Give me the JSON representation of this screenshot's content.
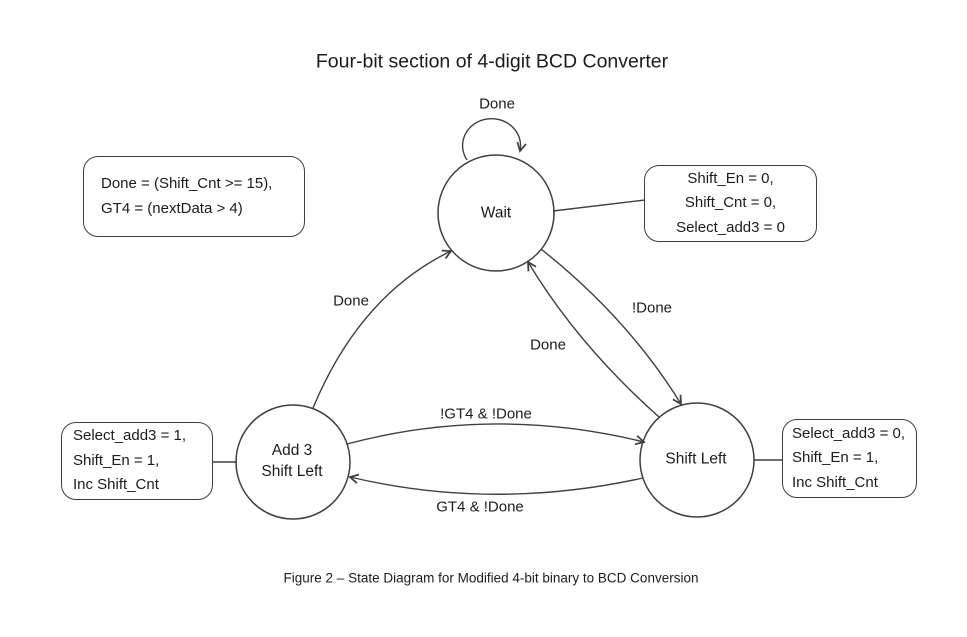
{
  "title": "Four-bit section of 4-digit BCD Converter",
  "caption": "Figure 2 – State Diagram for Modified 4-bit binary to BCD Conversion",
  "colors": {
    "line": "#3f3f3f",
    "text": "#1c1c1c",
    "background": "#ffffff"
  },
  "states": {
    "wait": {
      "label": "Wait"
    },
    "add3": {
      "line1": "Add 3",
      "line2": "Shift Left"
    },
    "shift_left": {
      "label": "Shift Left"
    }
  },
  "transitions": {
    "wait_self_loop": {
      "label": "Done"
    },
    "add3_to_wait": {
      "label": "Done"
    },
    "wait_to_shift_left": {
      "label": "!Done"
    },
    "shift_left_to_wait": {
      "label": "Done"
    },
    "add3_to_shift_left": {
      "label": "!GT4 & !Done"
    },
    "shift_left_to_add3": {
      "label": "GT4 & !Done"
    }
  },
  "annotations": {
    "definitions": {
      "lines": [
        "Done = (Shift_Cnt >= 15),",
        "GT4 = (nextData > 4)"
      ]
    },
    "wait_actions": {
      "lines": [
        "Shift_En = 0,",
        "Shift_Cnt = 0,",
        "Select_add3 = 0"
      ]
    },
    "add3_actions": {
      "lines": [
        "Select_add3 = 1,",
        "Shift_En = 1,",
        "Inc Shift_Cnt"
      ]
    },
    "shift_left_actions": {
      "lines": [
        "Select_add3 = 0,",
        "Shift_En = 1,",
        "Inc Shift_Cnt"
      ]
    }
  }
}
